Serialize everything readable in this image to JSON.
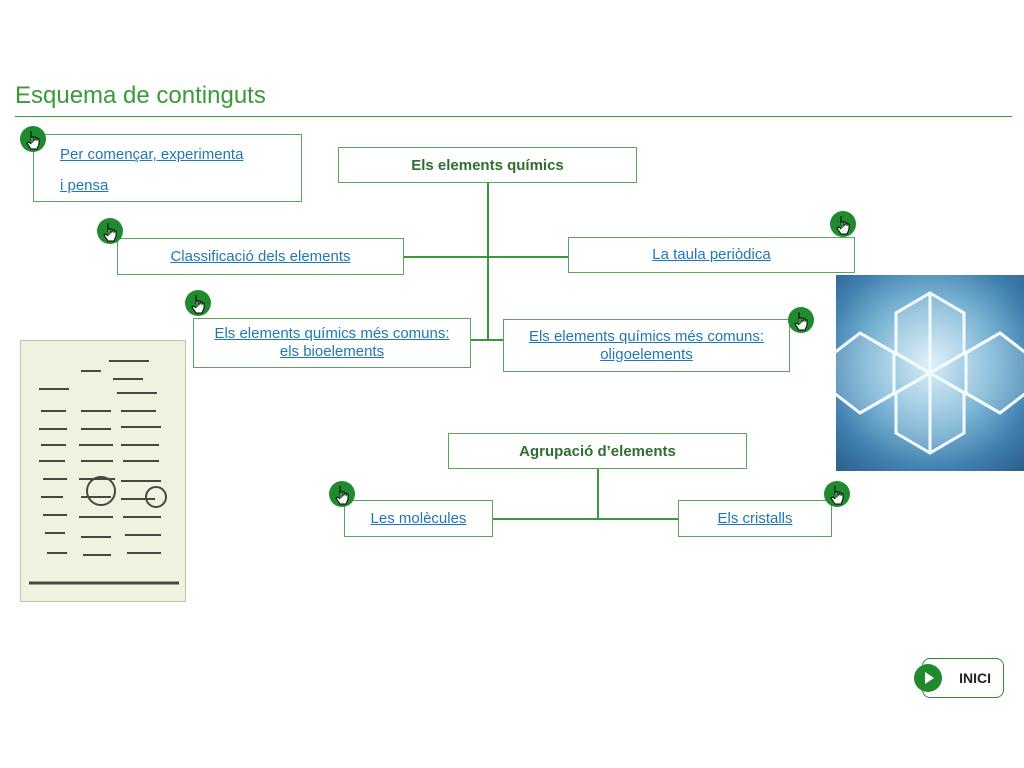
{
  "page": {
    "title": "Esquema de continguts"
  },
  "nodes": {
    "intro_line1": "Per començar, experimenta",
    "intro_line2": "i pensa",
    "elements_header": "Els elements químics",
    "classificacio": "Classificació dels elements",
    "taula": "La taula periòdica",
    "bio_line1": "Els elements químics més comuns:",
    "bio_line2": "els bioelements",
    "oligo_line1": "Els elements químics més comuns:",
    "oligo_line2": "oligoelements",
    "agrupacio_header": "Agrupació d’elements",
    "molecules": "Les molècules",
    "cristalls": "Els cristalls"
  },
  "nav": {
    "inici_label": "INICI"
  },
  "icons": {
    "link_marker": "hand-pointer-icon",
    "home": "play-icon"
  },
  "colors": {
    "accent": "#3a9a3a",
    "link": "#1f78b4",
    "icon_bg": "#1f8a2e"
  }
}
